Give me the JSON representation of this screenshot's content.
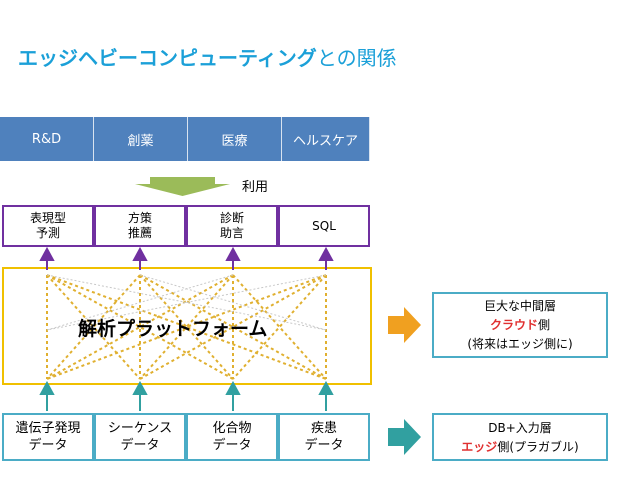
{
  "title": {
    "main": "エッジヘビーコンピューティング",
    "suffix": "との関係"
  },
  "domains": [
    "R&D",
    "創薬",
    "医療",
    "ヘルスケア"
  ],
  "use_label": "利用",
  "applications": [
    "表現型\n予測",
    "方策\n推薦",
    "診断\n助言",
    "SQL"
  ],
  "platform_label": "解析プラットフォーム",
  "data_sources": [
    "遺伝子発現\nデータ",
    "シーケンス\nデータ",
    "化合物\nデータ",
    "疾患\nデータ"
  ],
  "cloud_box": {
    "line1": "巨大な中間層",
    "highlight": "クラウド",
    "after_highlight": "側",
    "line3": "(将来はエッジ側に)"
  },
  "edge_box": {
    "line1": "DB+入力層",
    "highlight": "エッジ",
    "after_highlight": "側(プラガブル)"
  },
  "colors": {
    "title": "#1ba0d8",
    "domain_fill": "#4f81bd",
    "app_border": "#7030a0",
    "platform_border": "#f0c000",
    "data_border": "#4bacc6",
    "use_arrow": "#9bbb59",
    "cloud_arrow": "#f0a020",
    "edge_arrow": "#31a0a0",
    "highlight": "#e03030"
  }
}
